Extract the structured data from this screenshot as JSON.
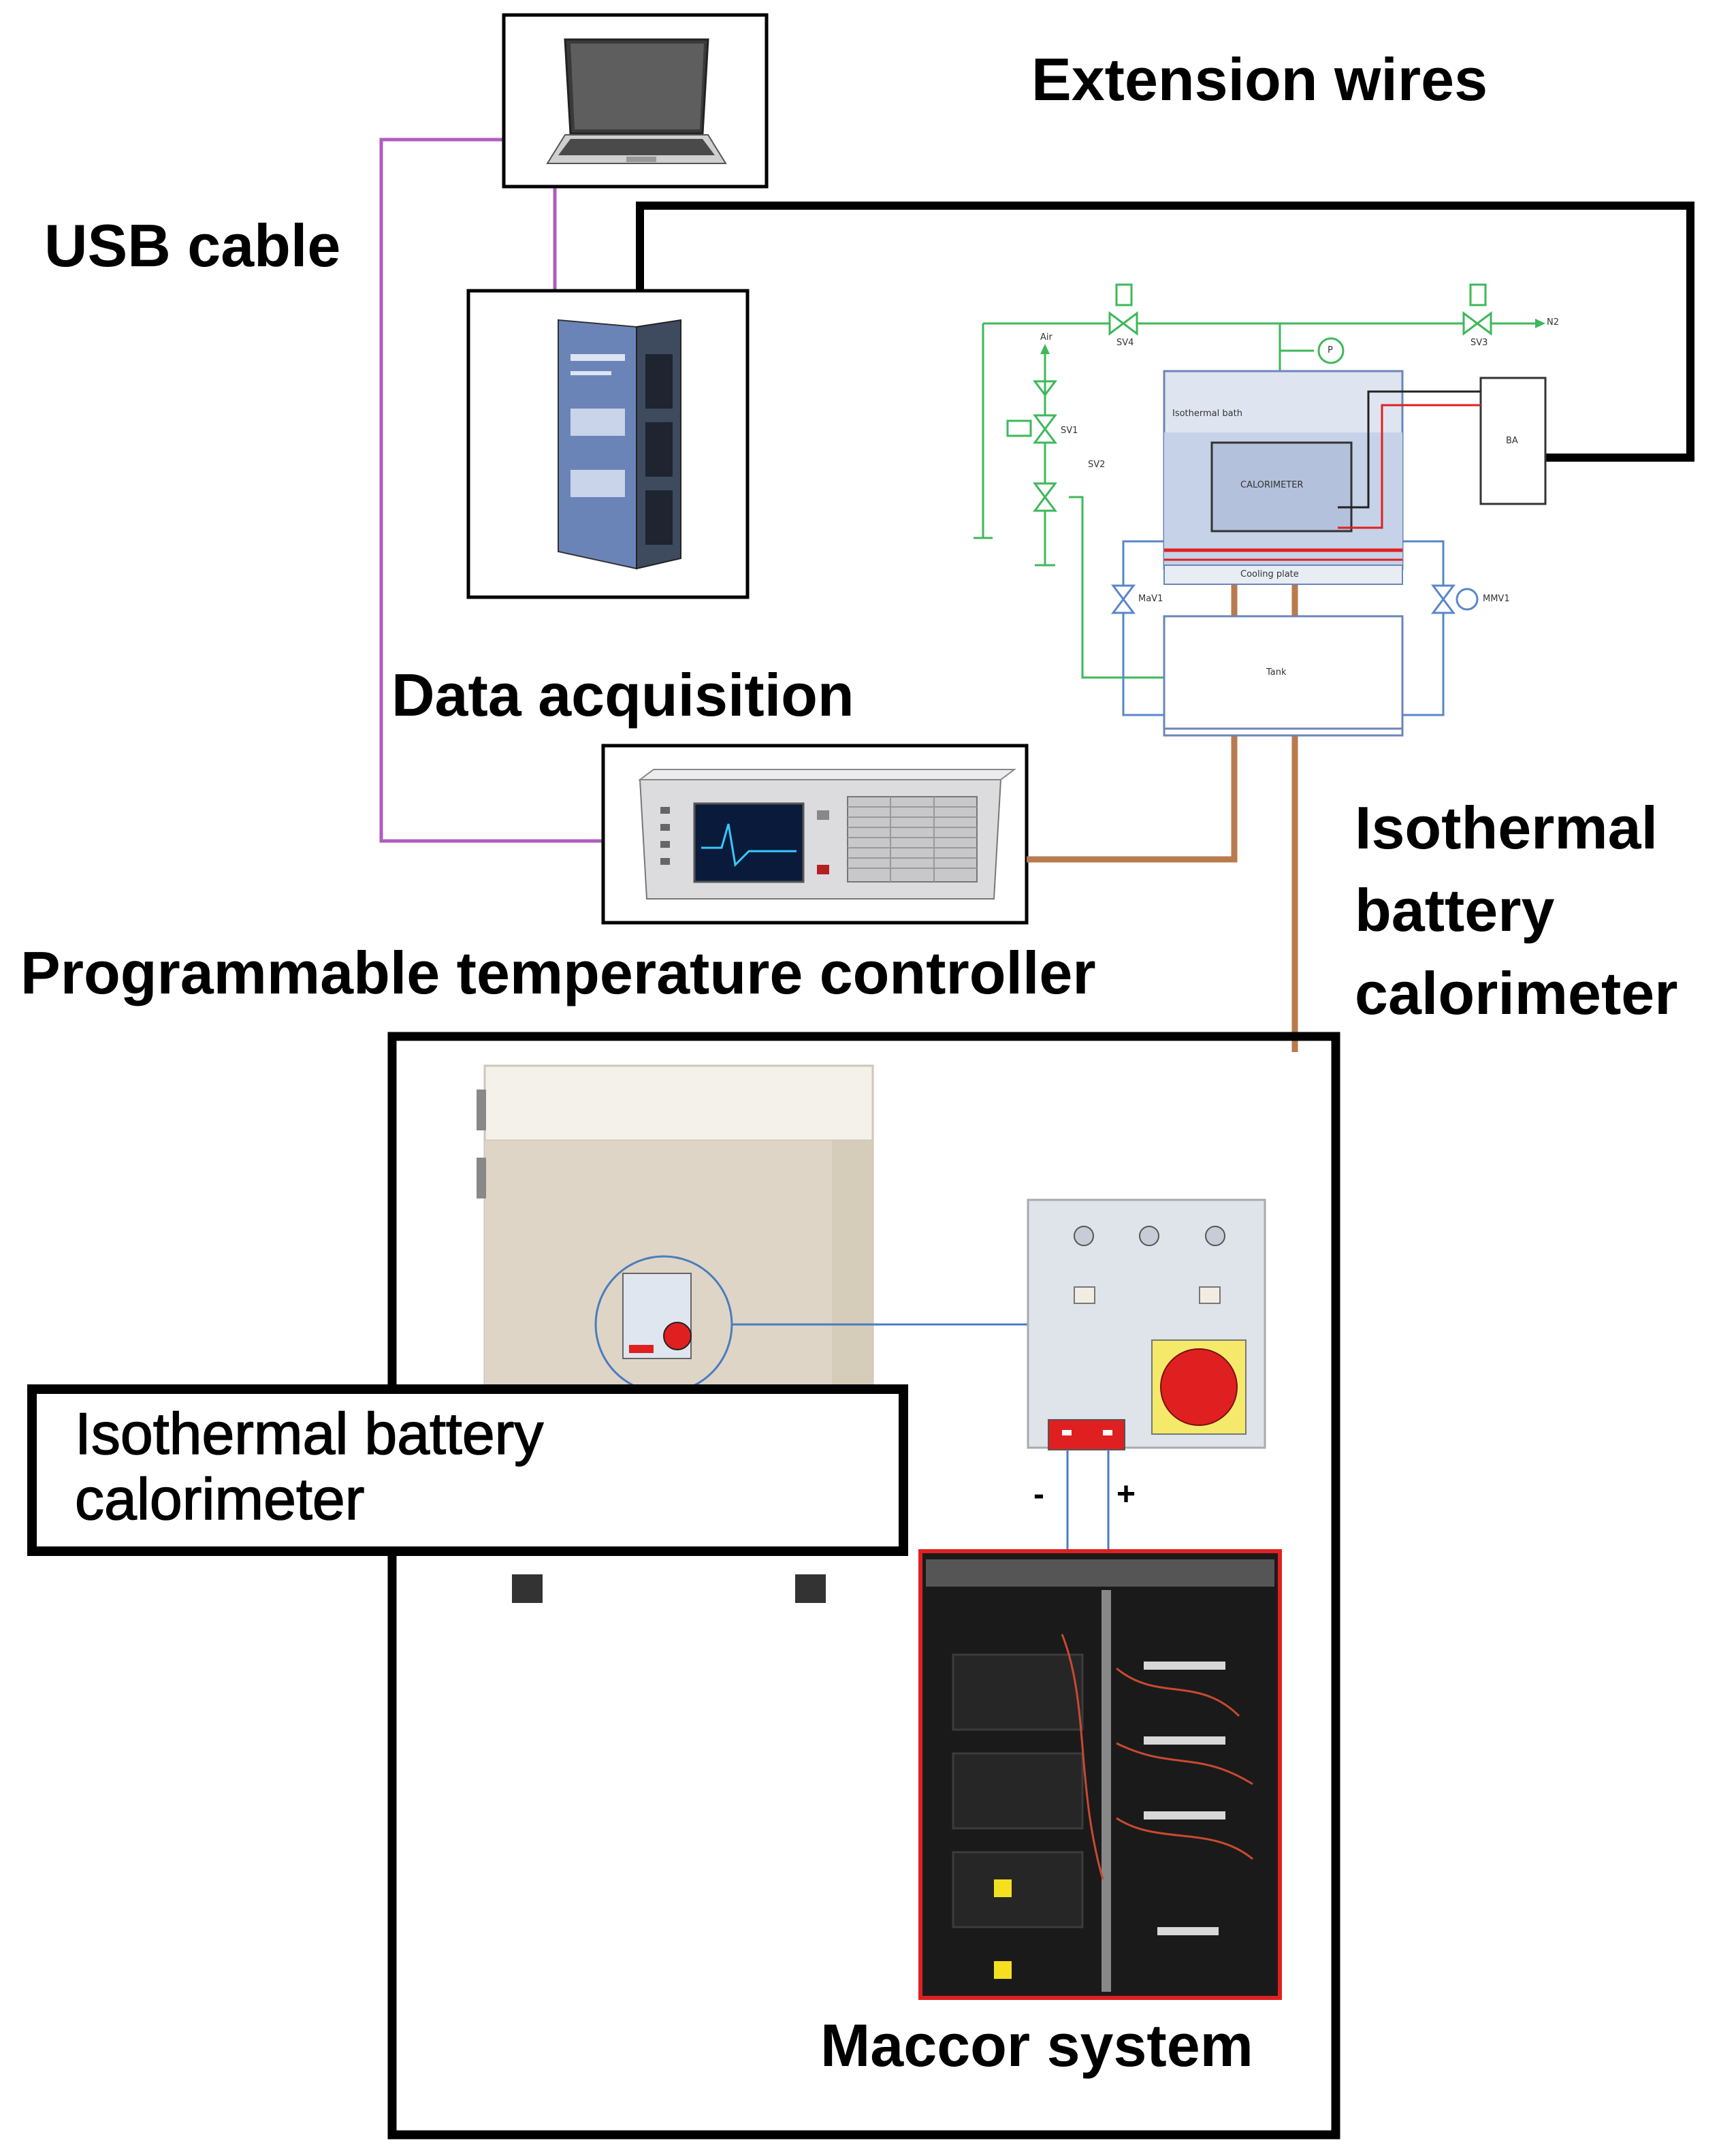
{
  "labels": {
    "extension_wires": "Extension wires",
    "usb_cable": "USB cable",
    "data_acquisition": "Data acquisition",
    "programmable_temperature_controller": "Programmable temperature controller",
    "isothermal_battery_calorimeter_side_line1": "Isothermal",
    "isothermal_battery_calorimeter_side_line2": "battery",
    "isothermal_battery_calorimeter_side_line3": "calorimeter",
    "isothermal_battery_calorimeter_box_line1": "Isothermal battery",
    "isothermal_battery_calorimeter_box_line2": "calorimeter",
    "maccor_system": "Maccor system",
    "minus": "-",
    "plus": "+"
  },
  "schematic": {
    "isothermal_bath": "Isothermal bath",
    "calorimeter": "CALORIMETER",
    "cooling_plate": "Cooling plate",
    "tank": "Tank",
    "ba": "BA",
    "n2": "N2",
    "air": "Air",
    "sv1": "SV1",
    "sv2": "SV2",
    "sv3": "SV3",
    "sv4": "SV4",
    "mav1": "MaV1",
    "mmv1": "MMV1",
    "p": "P"
  },
  "colors": {
    "usb_cable": "#b05cc0",
    "thermocouple_wire": "#b87a4e",
    "gas_line": "#3db85a",
    "coolant_line": "#5a86c8",
    "red_wire": "#e02020",
    "frame": "#000000"
  }
}
